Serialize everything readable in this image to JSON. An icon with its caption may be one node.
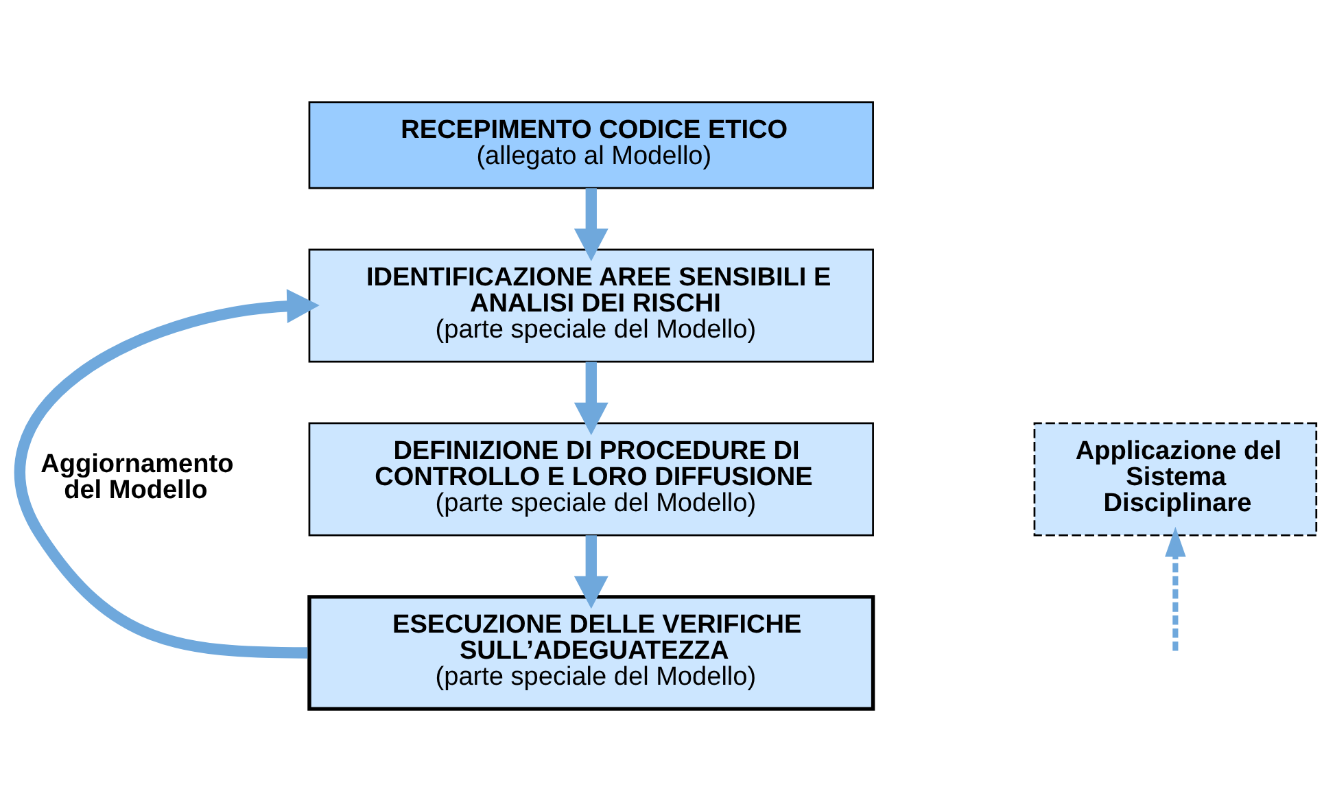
{
  "diagram": {
    "nodes": [
      {
        "text": [
          "RECEPIMENTO CODICE ETICO",
          "(allegato al Modello)"
        ]
      },
      {
        "text": [
          "IDENTIFICAZIONE AREE SENSIBILI E ANALISI DEI RISCHI",
          "(parte speciale del Modello)"
        ]
      },
      {
        "text": [
          "DEFINIZIONE DI PROCEDURE DI CONTROLLO E LORO DIFFUSIONE",
          "(parte speciale del Modello)"
        ]
      },
      {
        "text": [
          "ESECUZIONE DELLE VERIFICHE SULL’ADEGUATEZZA",
          "(parte speciale del Modello)"
        ]
      },
      {
        "text": [
          "Applicazione del Sistema Disciplinare"
        ]
      }
    ],
    "edges": [
      {
        "from": 0,
        "to": 1,
        "arrow": "to"
      },
      {
        "from": 1,
        "to": 2,
        "arrow": "to"
      },
      {
        "from": 2,
        "to": 3,
        "arrow": "to"
      },
      {
        "from": 3,
        "to": 1,
        "arrow": "to",
        "label": "Aggiornamento del Modello"
      },
      {
        "from": null,
        "to": 4,
        "arrow": "to",
        "style": "dashed"
      }
    ]
  }
}
